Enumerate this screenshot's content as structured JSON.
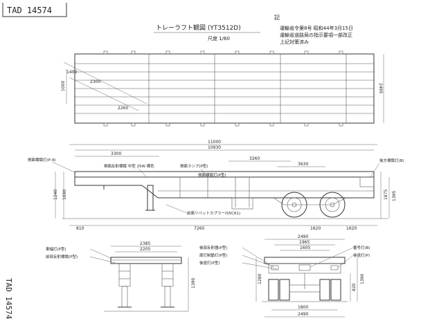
{
  "sheet": {
    "id": "TAD 14574",
    "side_id": "TAD 14574"
  },
  "title": {
    "main": "トレーラフト観図 (YT3512D)",
    "scale": "尺度 1/60"
  },
  "notes": {
    "heading": "記",
    "lines": [
      "運輸省令第8号 昭和44年3月15日",
      "運輸省道路局の指示要項一部改正",
      "上記対策済み"
    ]
  },
  "top_view": {
    "dim_left": "1000",
    "dim_right": "2495",
    "labels": [
      "1400",
      "2300",
      "2260"
    ]
  },
  "side_view": {
    "overall_length": "11000",
    "inner_length": "10930",
    "seg_a": "3300",
    "seg_b": "3260",
    "seg_c": "3630",
    "callouts": [
      "側面標識灯(P-4)",
      "側面反射標識 中型 25W 標色",
      "側面ランプ(P型)",
      "側面標識灯(P型)",
      "後方標識灯(B)",
      "前面リベットカプラー(S5C61)"
    ],
    "heights": [
      "1240",
      "1690",
      "1875",
      "1395"
    ],
    "bottom": [
      "810",
      "7260",
      "1620",
      "1620"
    ]
  },
  "front_view": {
    "widths": [
      "2385",
      "2205"
    ],
    "callouts": [
      "車幅灯(P型)",
      "前部反射標識(P型)"
    ],
    "height": "1390"
  },
  "rear_view": {
    "widths": [
      "2490",
      "1965",
      "1605",
      "1800",
      "2490"
    ],
    "callouts_left": [
      "後部反射器(P型)",
      "尾灯制動灯(P型)",
      "後退灯(P型)"
    ],
    "callouts_right": [
      "番号灯(B)",
      "後退灯(P)"
    ],
    "heights": [
      "1280",
      "820",
      "1390"
    ]
  }
}
